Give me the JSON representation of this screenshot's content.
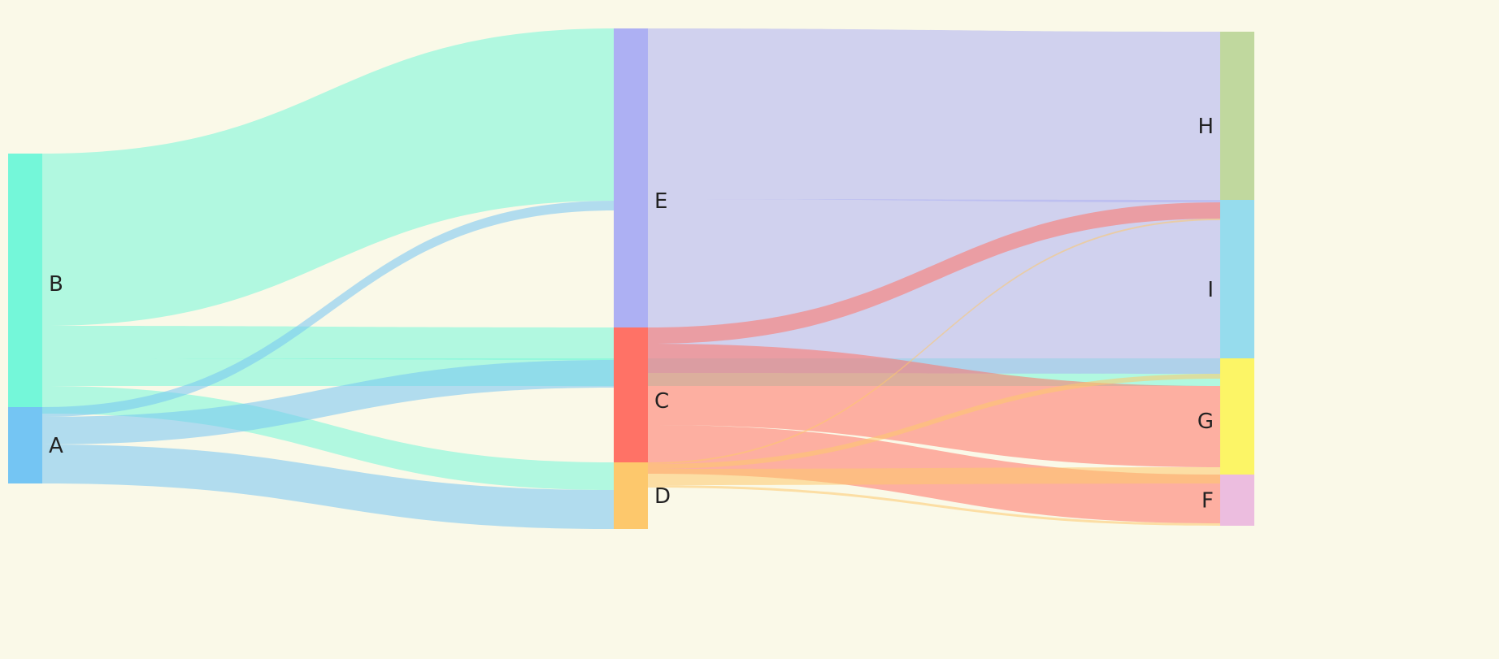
{
  "chart_data": {
    "type": "sankey",
    "background": "#faf9e8",
    "nodes": [
      {
        "id": "B",
        "label": "B",
        "color": "#74f7d9"
      },
      {
        "id": "A",
        "label": "A",
        "color": "#74c5f3"
      },
      {
        "id": "E",
        "label": "E",
        "color": "#adb0f3"
      },
      {
        "id": "C",
        "label": "C",
        "color": "#ff7266"
      },
      {
        "id": "D",
        "label": "D",
        "color": "#fdc86c"
      },
      {
        "id": "H",
        "label": "H",
        "color": "#c0d89e"
      },
      {
        "id": "I",
        "label": "I",
        "color": "#96dced"
      },
      {
        "id": "G",
        "label": "G",
        "color": "#fcf566"
      },
      {
        "id": "F",
        "label": "F",
        "color": "#ecbddf"
      }
    ],
    "links": [
      {
        "source": "B",
        "target": "E",
        "value": 212
      },
      {
        "source": "B",
        "target": "C",
        "value": 40
      },
      {
        "source": "B",
        "target": "G",
        "value": 34
      },
      {
        "source": "B",
        "target": "D",
        "value": 34
      },
      {
        "source": "A",
        "target": "E",
        "value": 12
      },
      {
        "source": "A",
        "target": "C",
        "value": 34
      },
      {
        "source": "A",
        "target": "D",
        "value": 48
      },
      {
        "source": "E",
        "target": "H",
        "value": 210
      },
      {
        "source": "E",
        "target": "I",
        "value": 214
      },
      {
        "source": "C",
        "target": "H",
        "value": 20
      },
      {
        "source": "C",
        "target": "G",
        "value": 100
      },
      {
        "source": "C",
        "target": "F",
        "value": 60
      },
      {
        "source": "D",
        "target": "H",
        "value": 2
      },
      {
        "source": "D",
        "target": "I",
        "value": 6
      },
      {
        "source": "D",
        "target": "G",
        "value": 20
      },
      {
        "source": "D",
        "target": "F",
        "value": 3
      }
    ]
  }
}
